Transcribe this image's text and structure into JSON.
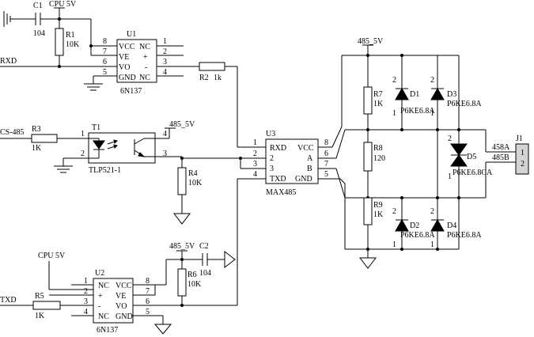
{
  "net_labels": {
    "rxd": "RXD",
    "cs485": "CS-485",
    "txd": "TXD",
    "cpu5v_top": "CPU 5V",
    "cpu5v_bottom": "CPU 5V",
    "p485_top": "485_5V",
    "p485_mid": "485_5V",
    "p485_bottom": "485_5V",
    "line_a": "458A",
    "line_b": "485B"
  },
  "components": {
    "c1": {
      "ref": "C1",
      "value": "104"
    },
    "c2": {
      "ref": "C2",
      "value": "104"
    },
    "r1": {
      "ref": "R1",
      "value": "10K"
    },
    "r2": {
      "ref": "R2",
      "value": "1k"
    },
    "r3": {
      "ref": "R3",
      "value": "1K"
    },
    "r4": {
      "ref": "R4",
      "value": "10K"
    },
    "r5": {
      "ref": "R5",
      "value": "1K"
    },
    "r6": {
      "ref": "R6",
      "value": "10K"
    },
    "r7": {
      "ref": "R7",
      "value": "1K"
    },
    "r8": {
      "ref": "R8",
      "value": "120"
    },
    "r9": {
      "ref": "R9",
      "value": "1K"
    },
    "d1": {
      "ref": "D1",
      "value": "P6KE6.8A"
    },
    "d2": {
      "ref": "D2",
      "value": "P6KE6.8A"
    },
    "d3": {
      "ref": "D3",
      "value": "P6KE6.8A"
    },
    "d4": {
      "ref": "D4",
      "value": "P6KE6.8A"
    },
    "d5": {
      "ref": "D5",
      "value": "P6KE6.8CA"
    },
    "t1": {
      "ref": "T1",
      "value": "TLP521-1",
      "pins": [
        "1",
        "2",
        "3",
        "4"
      ]
    },
    "j1": {
      "ref": "J1",
      "pins": [
        "1",
        "2"
      ]
    }
  },
  "u1": {
    "ref": "U1",
    "part": "6N137",
    "left_labels": [
      "VCC",
      "VE",
      "VO",
      "GND"
    ],
    "left_pins": [
      "8",
      "7",
      "6",
      "5"
    ],
    "right_labels": [
      "NC",
      "+",
      "-",
      "NC"
    ],
    "right_pins": [
      "1",
      "2",
      "3",
      "4"
    ]
  },
  "u2": {
    "ref": "U2",
    "part": "6N137",
    "left_labels": [
      "NC",
      "+",
      "-",
      "NC"
    ],
    "left_pins": [
      "1",
      "2",
      "3",
      "4"
    ],
    "right_labels": [
      "VCC",
      "VE",
      "VO",
      "GND"
    ],
    "right_pins": [
      "8",
      "7",
      "6",
      "5"
    ]
  },
  "u3": {
    "ref": "U3",
    "part": "MAX485",
    "left_labels": [
      "RXD",
      "2",
      "3",
      "TXD"
    ],
    "left_pins": [
      "1",
      "2",
      "3",
      "4"
    ],
    "right_labels": [
      "VCC",
      "A",
      "B",
      "GND"
    ],
    "right_pins": [
      "8",
      "6",
      "7",
      "5"
    ]
  },
  "diode_pins": {
    "anode": "1",
    "cathode": "2"
  }
}
